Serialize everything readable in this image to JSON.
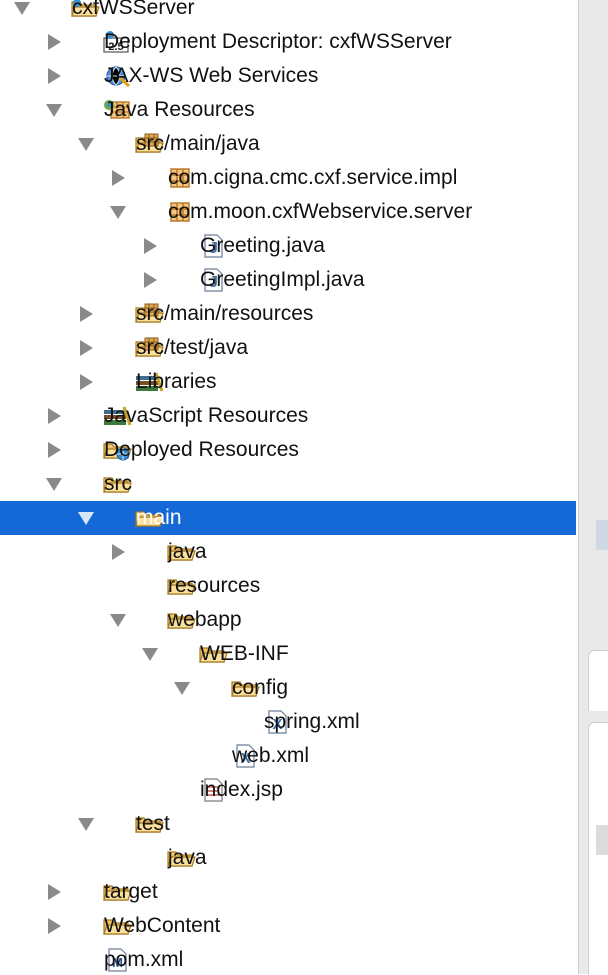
{
  "colors": {
    "selection": "#1569d6",
    "folder": "#f2c76a",
    "package": "#b5741e",
    "java_file": "#3a6ea5"
  },
  "tree": [
    {
      "label": "cxfWSServer",
      "depth": 0,
      "expander": "expanded",
      "icon": "project-icon",
      "icon_name": "project",
      "selected": false
    },
    {
      "label": "Deployment Descriptor: cxfWSServer",
      "depth": 1,
      "expander": "collapsed",
      "icon": "deployment-descriptor-icon",
      "icon_name": "descriptor",
      "icon_text": "2.5",
      "selected": false
    },
    {
      "label": "JAX-WS Web Services",
      "depth": 1,
      "expander": "collapsed",
      "icon": "web-services-icon",
      "icon_name": "webservices",
      "selected": false
    },
    {
      "label": "Java Resources",
      "depth": 1,
      "expander": "expanded",
      "icon": "java-resources-icon",
      "icon_name": "javares",
      "selected": false
    },
    {
      "label": "src/main/java",
      "depth": 2,
      "expander": "expanded",
      "icon": "source-folder-icon",
      "icon_name": "srcfolder",
      "selected": false
    },
    {
      "label": "com.cigna.cmc.cxf.service.impl",
      "depth": 3,
      "expander": "collapsed",
      "icon": "package-icon",
      "icon_name": "package",
      "selected": false
    },
    {
      "label": "com.moon.cxfWebservice.server",
      "depth": 3,
      "expander": "expanded",
      "icon": "package-icon",
      "icon_name": "package",
      "selected": false
    },
    {
      "label": "Greeting.java",
      "depth": 4,
      "expander": "collapsed",
      "icon": "java-file-icon",
      "icon_name": "java",
      "selected": false
    },
    {
      "label": "GreetingImpl.java",
      "depth": 4,
      "expander": "collapsed",
      "icon": "java-file-icon",
      "icon_name": "java",
      "selected": false
    },
    {
      "label": "src/main/resources",
      "depth": 2,
      "expander": "collapsed",
      "icon": "source-folder-icon",
      "icon_name": "srcfolder",
      "selected": false
    },
    {
      "label": "src/test/java",
      "depth": 2,
      "expander": "collapsed",
      "icon": "source-folder-icon",
      "icon_name": "srcfolder",
      "selected": false
    },
    {
      "label": "Libraries",
      "depth": 2,
      "expander": "collapsed",
      "icon": "libraries-icon",
      "icon_name": "libraries",
      "selected": false
    },
    {
      "label": "JavaScript Resources",
      "depth": 1,
      "expander": "collapsed",
      "icon": "javascript-resources-icon",
      "icon_name": "libraries",
      "selected": false
    },
    {
      "label": "Deployed Resources",
      "depth": 1,
      "expander": "collapsed",
      "icon": "deployed-resources-icon",
      "icon_name": "deployed",
      "selected": false
    },
    {
      "label": "src",
      "depth": 1,
      "expander": "expanded",
      "icon": "folder-open-icon",
      "icon_name": "folder",
      "selected": false
    },
    {
      "label": "main",
      "depth": 2,
      "expander": "expanded",
      "icon": "folder-open-icon",
      "icon_name": "folder",
      "selected": true
    },
    {
      "label": "java",
      "depth": 3,
      "expander": "collapsed",
      "icon": "folder-open-icon",
      "icon_name": "folder",
      "selected": false
    },
    {
      "label": "resources",
      "depth": 3,
      "expander": "none",
      "icon": "folder-open-icon",
      "icon_name": "folder",
      "selected": false
    },
    {
      "label": "webapp",
      "depth": 3,
      "expander": "expanded",
      "icon": "folder-open-icon",
      "icon_name": "folder",
      "selected": false
    },
    {
      "label": "WEB-INF",
      "depth": 4,
      "expander": "expanded",
      "icon": "folder-open-icon",
      "icon_name": "folder",
      "selected": false
    },
    {
      "label": "config",
      "depth": 5,
      "expander": "expanded",
      "icon": "folder-open-icon",
      "icon_name": "folder",
      "selected": false
    },
    {
      "label": "spring.xml",
      "depth": 6,
      "expander": "none",
      "icon": "xml-file-icon",
      "icon_name": "xml",
      "selected": false
    },
    {
      "label": "web.xml",
      "depth": 5,
      "expander": "none",
      "icon": "xml-file-icon",
      "icon_name": "xml",
      "selected": false
    },
    {
      "label": "index.jsp",
      "depth": 4,
      "expander": "none",
      "icon": "jsp-file-icon",
      "icon_name": "jsp",
      "selected": false
    },
    {
      "label": "test",
      "depth": 2,
      "expander": "expanded",
      "icon": "folder-open-icon",
      "icon_name": "folder",
      "selected": false
    },
    {
      "label": "java",
      "depth": 3,
      "expander": "none",
      "icon": "folder-open-icon",
      "icon_name": "folder",
      "selected": false
    },
    {
      "label": "target",
      "depth": 1,
      "expander": "collapsed",
      "icon": "folder-icon",
      "icon_name": "folder",
      "selected": false
    },
    {
      "label": "WebContent",
      "depth": 1,
      "expander": "collapsed",
      "icon": "folder-icon",
      "icon_name": "folder",
      "selected": false
    },
    {
      "label": "pom.xml",
      "depth": 1,
      "expander": "none",
      "icon": "maven-pom-icon",
      "icon_name": "pom",
      "icon_text": "M",
      "selected": false
    }
  ]
}
